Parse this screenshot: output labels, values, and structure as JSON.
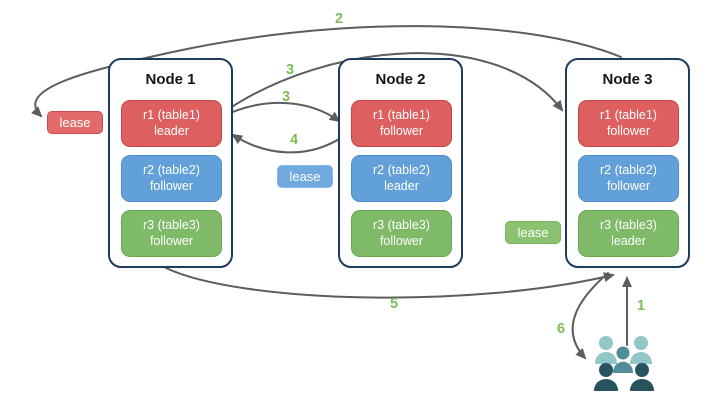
{
  "diagram": {
    "nodes": [
      {
        "title": "Node 1",
        "replicas": [
          {
            "name": "r1 (table1)",
            "role": "leader",
            "color": "red"
          },
          {
            "name": "r2 (table2)",
            "role": "follower",
            "color": "blue"
          },
          {
            "name": "r3 (table3)",
            "role": "follower",
            "color": "green"
          }
        ]
      },
      {
        "title": "Node 2",
        "replicas": [
          {
            "name": "r1 (table1)",
            "role": "follower",
            "color": "red"
          },
          {
            "name": "r2 (table2)",
            "role": "leader",
            "color": "blue"
          },
          {
            "name": "r3 (table3)",
            "role": "follower",
            "color": "green"
          }
        ]
      },
      {
        "title": "Node 3",
        "replicas": [
          {
            "name": "r1 (table1)",
            "role": "follower",
            "color": "red"
          },
          {
            "name": "r2 (table2)",
            "role": "follower",
            "color": "blue"
          },
          {
            "name": "r3 (table3)",
            "role": "leader",
            "color": "green"
          }
        ]
      }
    ],
    "leases": [
      {
        "label": "lease",
        "color": "#e36a6a"
      },
      {
        "label": "lease",
        "color": "#6fa9e0"
      },
      {
        "label": "lease",
        "color": "#8ac272"
      }
    ],
    "steps": {
      "s1": "1",
      "s2": "2",
      "s3a": "3",
      "s3b": "3",
      "s4": "4",
      "s5": "5",
      "s6": "6"
    },
    "icons": {
      "users": "users-icon"
    }
  },
  "colors": {
    "replica_red": "#dd5f5f",
    "replica_blue": "#61a0d8",
    "replica_green": "#7fba68",
    "node_border": "#1f3a5c",
    "arrow": "#5d5d5d",
    "step_label": "#7cbd58",
    "lease_red": "#e36a6a",
    "lease_blue": "#6fa9e0",
    "lease_green": "#8ac272",
    "users_light": "#93c6c6",
    "users_medium": "#4f8e98",
    "users_dark": "#27535f"
  }
}
